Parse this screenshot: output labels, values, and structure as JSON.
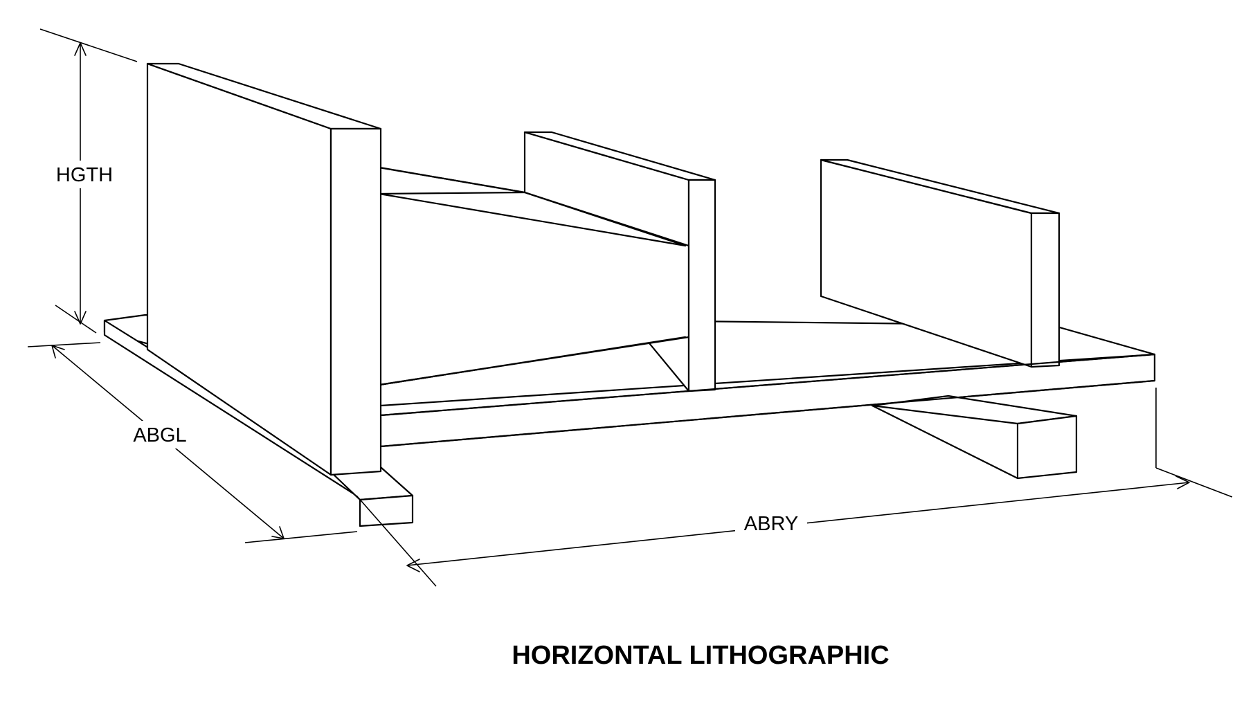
{
  "diagram": {
    "title": "HORIZONTAL LITHOGRAPHIC",
    "dimensions": {
      "height": "HGTH",
      "length": "ABGL",
      "width": "ABRY"
    }
  }
}
